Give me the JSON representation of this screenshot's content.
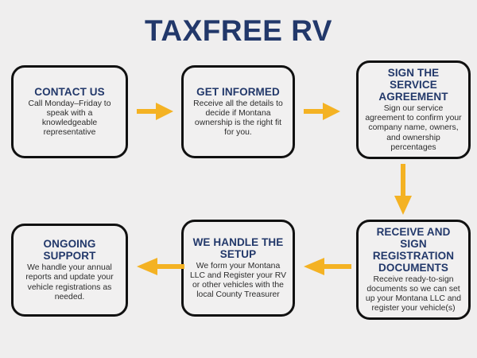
{
  "title": "TAXFREE RV",
  "colors": {
    "background": "#efeeee",
    "heading_navy": "#22386a",
    "arrow_amber": "#f4b223",
    "box_border": "#111111",
    "box_fill": "#f1f0f0",
    "body_text": "#2c2c2c"
  },
  "steps": [
    {
      "id": "contact-us",
      "heading": "CONTACT US",
      "body": "Call Monday–Friday to speak with a knowledgeable representative"
    },
    {
      "id": "get-informed",
      "heading": "GET INFORMED",
      "body": "Receive all the details to decide if Montana ownership is the right fit for you."
    },
    {
      "id": "sign-agreement",
      "heading": "SIGN THE SERVICE AGREEMENT",
      "body": "Sign our service agreement to confirm your company name, owners, and ownership percentages"
    },
    {
      "id": "receive-sign",
      "heading": "RECEIVE AND SIGN REGISTRATION DOCUMENTS",
      "body": "Receive ready-to-sign documents so we can set up your Montana LLC and register your vehicle(s)"
    },
    {
      "id": "we-handle-setup",
      "heading": "WE HANDLE THE SETUP",
      "body": "We form your Montana LLC and Register your RV or other vehicles with the local County Treasurer"
    },
    {
      "id": "ongoing-support",
      "heading": "ONGOING SUPPORT",
      "body": "We handle your annual reports and update your vehicle registrations as needed."
    }
  ],
  "arrows": [
    {
      "id": "contact-to-informed",
      "direction": "right"
    },
    {
      "id": "informed-to-sign",
      "direction": "right"
    },
    {
      "id": "sign-to-receive",
      "direction": "down"
    },
    {
      "id": "receive-to-setup",
      "direction": "left"
    },
    {
      "id": "setup-to-support",
      "direction": "left"
    }
  ]
}
